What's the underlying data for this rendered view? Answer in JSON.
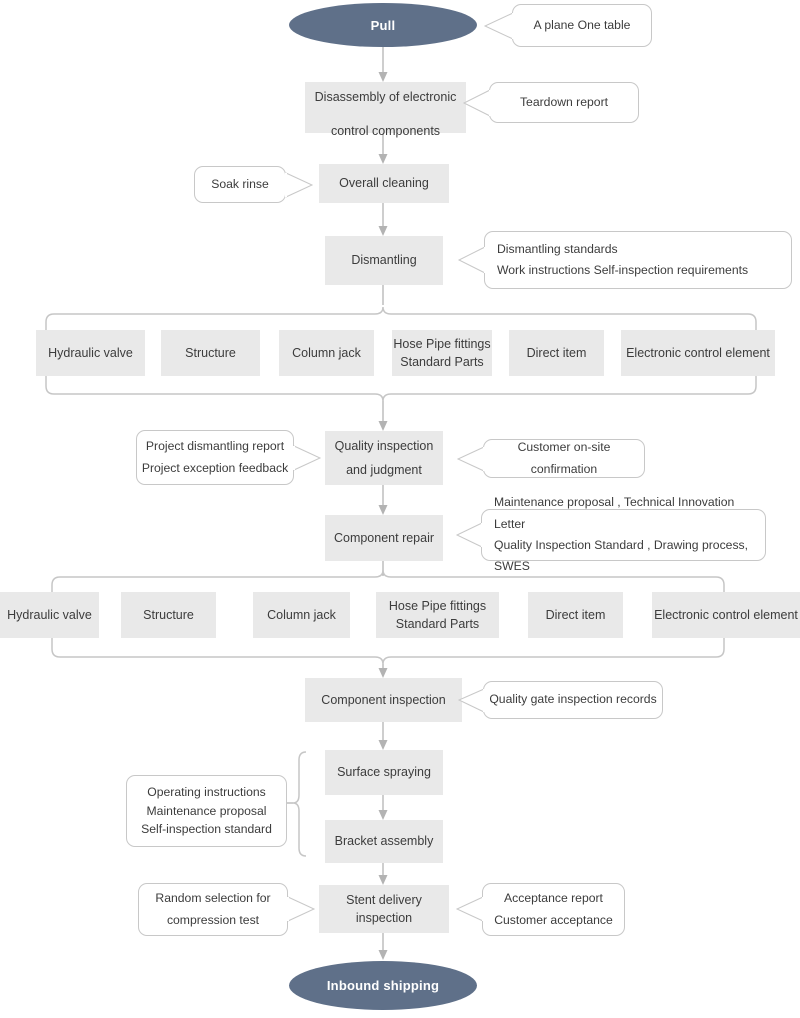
{
  "diagram": {
    "title": "Remanufacturing process flowchart",
    "colors": {
      "terminator_fill": "#5f7089",
      "process_fill": "#e9e9e9",
      "connector": "#b9b9b9",
      "callout_border": "#c8c8c8",
      "text": "#3c3c3c"
    },
    "start_terminator": {
      "label": "Pull"
    },
    "end_terminator": {
      "label": "Inbound shipping"
    },
    "process_nodes": [
      {
        "id": "disassembly",
        "line1": "Disassembly of electronic",
        "line2": "control components"
      },
      {
        "id": "overall_cleaning",
        "line1": "Overall cleaning",
        "line2": ""
      },
      {
        "id": "dismantling",
        "line1": "Dismantling",
        "line2": ""
      },
      {
        "id": "quality_inspection",
        "line1": "Quality inspection",
        "line2": "and judgment"
      },
      {
        "id": "component_repair",
        "line1": "Component repair",
        "line2": ""
      },
      {
        "id": "component_inspection",
        "line1": "Component inspection",
        "line2": ""
      },
      {
        "id": "surface_spraying",
        "line1": "Surface spraying",
        "line2": ""
      },
      {
        "id": "bracket_assembly",
        "line1": "Bracket assembly",
        "line2": ""
      },
      {
        "id": "stent_delivery",
        "line1": "Stent delivery",
        "line2": "inspection"
      }
    ],
    "category_row_top": [
      {
        "line1": "Hydraulic valve",
        "line2": ""
      },
      {
        "line1": "Structure",
        "line2": ""
      },
      {
        "line1": "Column jack",
        "line2": ""
      },
      {
        "line1": "Hose  Pipe fittings",
        "line2": "Standard Parts"
      },
      {
        "line1": "Direct item",
        "line2": ""
      },
      {
        "line1": "Electronic control element",
        "line2": ""
      }
    ],
    "category_row_bottom": [
      {
        "line1": "Hydraulic valve",
        "line2": ""
      },
      {
        "line1": "Structure",
        "line2": ""
      },
      {
        "line1": "Column jack",
        "line2": ""
      },
      {
        "line1": "Hose  Pipe fittings",
        "line2": "Standard Parts"
      },
      {
        "line1": "Direct item",
        "line2": ""
      },
      {
        "line1": "Electronic control element",
        "line2": ""
      }
    ],
    "callouts": [
      {
        "id": "plane_one_table",
        "side": "right",
        "lines": [
          "A plane One table"
        ]
      },
      {
        "id": "teardown_report",
        "side": "right",
        "lines": [
          "Teardown report"
        ]
      },
      {
        "id": "soak_rinse",
        "side": "left",
        "lines": [
          "Soak rinse"
        ]
      },
      {
        "id": "dismantling_standards",
        "side": "right",
        "lines": [
          "Dismantling standards",
          "Work instructions   Self-inspection requirements"
        ]
      },
      {
        "id": "project_reports",
        "side": "left",
        "lines": [
          "Project dismantling report",
          "Project exception feedback"
        ]
      },
      {
        "id": "customer_confirmation",
        "side": "right",
        "lines": [
          "Customer on-site confirmation"
        ]
      },
      {
        "id": "maintenance_docs",
        "side": "right",
        "lines": [
          "Maintenance proposal , Technical Innovation Letter",
          "Quality Inspection Standard , Drawing process, SWES"
        ]
      },
      {
        "id": "quality_gate_records",
        "side": "right",
        "lines": [
          "Quality gate inspection records"
        ]
      },
      {
        "id": "operating_instructions",
        "side": "left",
        "lines": [
          "Operating instructions",
          "Maintenance proposal",
          "Self-inspection standard"
        ]
      },
      {
        "id": "compression_test",
        "side": "left",
        "lines": [
          "Random selection for",
          "compression test"
        ]
      },
      {
        "id": "acceptance",
        "side": "right",
        "lines": [
          "Acceptance report",
          "Customer acceptance"
        ]
      }
    ]
  }
}
